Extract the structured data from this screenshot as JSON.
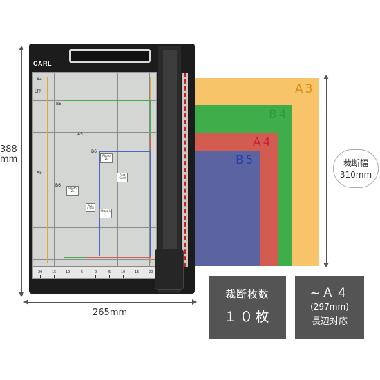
{
  "dimensions": {
    "height_value": "388",
    "height_unit": "mm",
    "width_label": "265mm"
  },
  "cutter": {
    "brand": "CARL",
    "board_labels": [
      "A4",
      "LTR",
      "B5",
      "A5",
      "B6",
      "A5",
      "B6"
    ],
    "photo_labels": [
      "Photo 2L",
      "Post Card",
      "Photo 2L",
      "Post Card",
      "Photo L"
    ],
    "ruler_numbers": [
      "20",
      "15",
      "10",
      "5",
      "0",
      "5",
      "10",
      "15",
      "20"
    ]
  },
  "papers": [
    {
      "label": "A3",
      "color": "#f7bd5f",
      "label_color": "#e08a12"
    },
    {
      "label": "B4",
      "color": "#3fae4a",
      "label_color": "#2f9a3d"
    },
    {
      "label": "A4",
      "color": "#d65a4f",
      "label_color": "#c8223a"
    },
    {
      "label": "B5",
      "color": "#5b64a0",
      "label_color": "#2840a8"
    }
  ],
  "cut_width": {
    "line1": "裁断幅",
    "line2": "310mm"
  },
  "sheets_box": {
    "line1": "裁断枚数",
    "line2": "１０枚"
  },
  "size_box": {
    "line1": "~Ａ４",
    "line2": "(297mm)",
    "line3": "長辺対応"
  }
}
